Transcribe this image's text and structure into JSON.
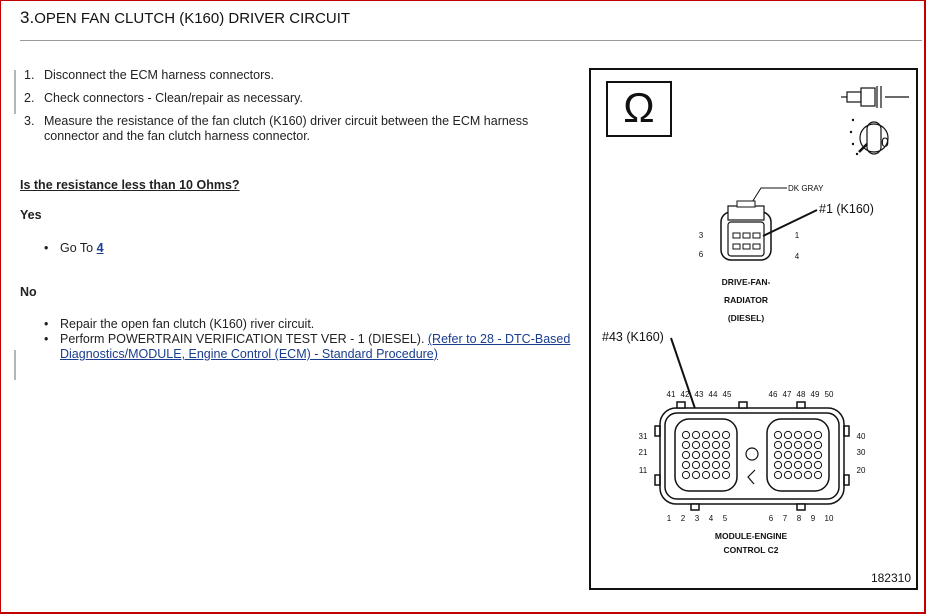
{
  "header": {
    "number": "3.",
    "title": "OPEN FAN CLUTCH (K160) DRIVER CIRCUIT"
  },
  "steps": [
    {
      "num": "1.",
      "text": "Disconnect the ECM harness connectors."
    },
    {
      "num": "2.",
      "text": "Check connectors - Clean/repair as necessary."
    },
    {
      "num": "3.",
      "text": "Measure the resistance of the fan clutch (K160) driver circuit between the ECM harness connector and the fan clutch harness connector."
    }
  ],
  "question": "Is the resistance less than 10 Ohms?",
  "yes": {
    "label": "Yes",
    "goto_prefix": "Go To ",
    "goto_target": "4"
  },
  "no": {
    "label": "No",
    "items": [
      "Repair the open fan clutch (K160) river circuit."
    ],
    "perform_text": "Perform POWERTRAIN VERIFICATION TEST VER - 1 (DIESEL). ",
    "perform_link": "(Refer to 28 - DTC-Based Diagnostics/MODULE, Engine Control (ECM) - Standard Procedure)"
  },
  "diagram": {
    "ohm_symbol": "Ω",
    "wire_color": "DK GRAY",
    "pin1_callout": "#1 (K160)",
    "connector1_pins": {
      "top_left": "3",
      "bottom_left": "6",
      "top_right": "1",
      "bottom_right": "4"
    },
    "connector1_name": [
      "DRIVE-FAN-",
      "RADIATOR",
      "(DIESEL)"
    ],
    "pin43_callout": "#43 (K160)",
    "c2_top_left": [
      "41",
      "42",
      "43",
      "44",
      "45"
    ],
    "c2_top_right": [
      "46",
      "47",
      "48",
      "49",
      "50"
    ],
    "c2_left_side": [
      "31",
      "21",
      "11"
    ],
    "c2_right_side": [
      "40",
      "30",
      "20"
    ],
    "c2_bottom_left": [
      "1",
      "2",
      "3",
      "4",
      "5"
    ],
    "c2_bottom_right": [
      "6",
      "7",
      "8",
      "9",
      "10"
    ],
    "connector2_name": [
      "MODULE-ENGINE",
      "CONTROL C2"
    ],
    "meter_range": "0",
    "figure_id": "182310"
  }
}
